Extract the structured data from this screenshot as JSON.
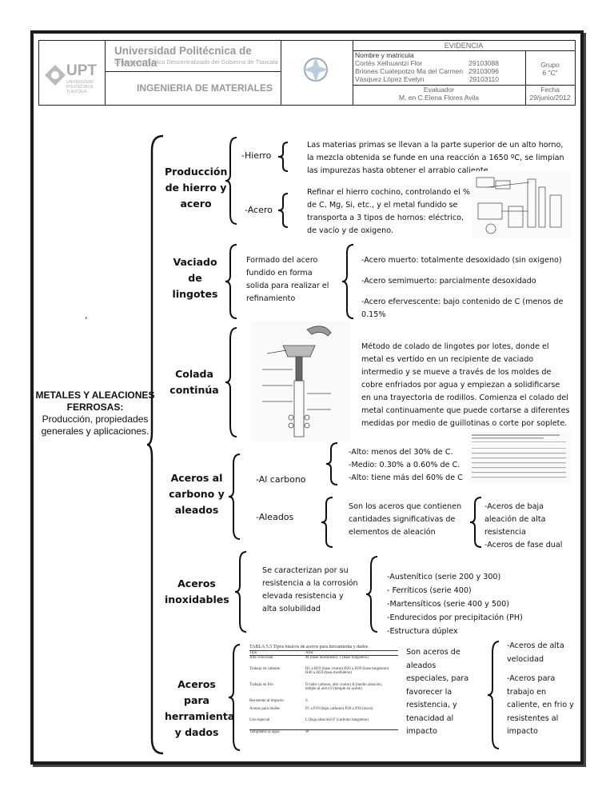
{
  "header": {
    "logo_text": "UPT",
    "logo_sub": [
      "UNIVERSIDAD",
      "POLITÉCNICA",
      "TLAXCALA"
    ],
    "university": "Universidad Politécnica de Tlaxcala",
    "organism": "Organismo Público Descentralizado del Gobierno de Tlaxcala",
    "course": "INGENIERIA DE MATERIALES",
    "evidence_title": "EVIDENCIA",
    "name_label": "Nombre y matricula",
    "students": [
      {
        "name": "Cortés Xelhuantzi Flor",
        "id": "29103088"
      },
      {
        "name": "Briones Cuatepotzo Ma del Carmen",
        "id": "29103096"
      },
      {
        "name": "Vásquez López Evelyn",
        "id": "29103110"
      }
    ],
    "group_label": "Grupo",
    "group_value": "6 \"C\"",
    "evaluator_label": "Evaluador",
    "evaluator_name": "M. en C.Elena Flores Avila",
    "date_label": "Fecha",
    "date_value": "29/junio/2012"
  },
  "stray_mark": ",",
  "main_topic": {
    "title": "METALES Y ALEACIONES FERROSAS:",
    "subtitle": "Producción, propiedades generales y aplicaciones."
  },
  "sections": {
    "produccion": {
      "label": "Producción de hierro y acero",
      "hierro_label": "-Hierro",
      "hierro_text": "Las materias primas se llevan a la parte superior de un alto horno, la mezcla obtenida se funde en una reacción a 1650 ºC, se limpian las impurezas hasta obtener el arrabio caliente",
      "acero_label": "-Acero",
      "acero_text": "Refinar el hierro cochino, controlando el % de C, Mg, Si, etc., y el metal fundido se transporta a 3 tipos de hornos: eléctrico, de vacío y de oxigeno."
    },
    "vaciado": {
      "label": "Vaciado de lingotes",
      "desc": "Formado del acero fundido en forma solida para realizar el refinamiento",
      "items": [
        "-Acero muerto: totalmente desoxidado (sin oxigeno)",
        "-Acero semimuerto: parcialmente desoxidado",
        "-Acero efervescente: bajo contenido de C (menos de 0.15%"
      ]
    },
    "colada": {
      "label": "Colada continúa",
      "text": "Método de colado de lingotes por lotes, donde el metal es vertido en un recipiente de vaciado intermedio y se mueve a través de los moldes de cobre enfriados por agua y empiezan a solidificarse en una trayectoria de rodillos. Comienza el colado del metal continuamente que puede cortarse a diferentes medidas por medio de guillotinas o corte por soplete."
    },
    "carbono": {
      "label": "Aceros al carbono y aleados",
      "al_carbono_label": "-Al carbono",
      "al_carbono_items": [
        "-Alto: menos del 30% de C.",
        "-Medio: 0.30% a 0.60% de C.",
        "-Alto: tiene más del 60% de C"
      ],
      "aleados_label": "-Aleados",
      "aleados_text": "Son los aceros que contienen cantidades significativas de elementos de aleación",
      "aleados_items": [
        "-Aceros de baja aleación de alta resistencia",
        "-Aceros de fase dual"
      ]
    },
    "inoxidables": {
      "label": "Aceros inoxidables",
      "text": "Se caracterizan por su resistencia a la corrosión elevada resistencia y alta solubilidad",
      "items": [
        "-Austenítico (serie 200 y 300)",
        "- Ferríticos (serie 400)",
        "-Martensíticos (serie 400 y 500)",
        "-Endurecidos por precipitación (PH)",
        "-Estructura dúplex"
      ]
    },
    "herramienta": {
      "label": "Aceros para herramienta y dados",
      "text": "Son aceros de aleados especiales, para favorecer la resistencia, y tenacidad al impacto",
      "items": [
        "-Aceros de alta velocidad",
        "-Aceros para trabajo en caliente, en frio y resistentes al impacto"
      ],
      "table_title": "TABLA 5.5   Tipos básicos de aceros para herramienta y dados",
      "table_cols": [
        "Tipo",
        "AISI"
      ],
      "table_rows": [
        [
          "Alta velocidad",
          "M (base molibdeno) T (base tungsteno)"
        ],
        [
          "Trabajo en caliente",
          "H1 a H19 (base cromo) H20 a H39 (base tungsteno) H40 a H59 (base molibdeno)"
        ],
        [
          "Trabajo en frío",
          "D (alto carbono, alto cromo) A (medio aleación, temple al aire) O (temple en aceite)"
        ],
        [
          "Resistente al impacto",
          "S"
        ],
        [
          "Aceros para molde",
          "P1 a P19 (bajo carbono) P20 a P39 (otros)"
        ],
        [
          "Uso especial",
          "L (baja aleación) F (carbono tungsteno)"
        ],
        [
          "Templados al agua",
          "W"
        ]
      ]
    }
  }
}
